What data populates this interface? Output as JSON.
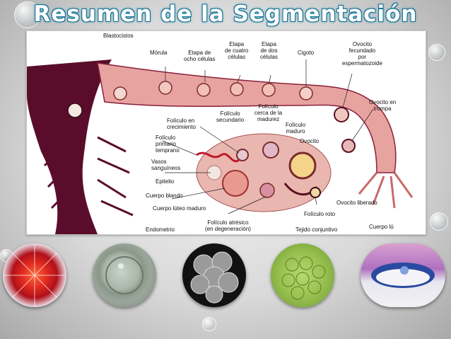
{
  "title": "Resumen de la Segmentación",
  "diagram": {
    "labels": {
      "blastocistos": "Blastocistos",
      "morula": "Mórula",
      "ocho": "Etapa de\nocho células",
      "cuatro": "Etapa\nde cuatro\ncélulas",
      "dos": "Etapa\nde dos\ncélulas",
      "cigoto": "Cigoto",
      "ovocito_fecundado": "Ovocito\nfecundado\npor\nespermatozoide",
      "ovocito_trompa": "Ovocito en\ntrompa",
      "foliculo_madurez": "Folículo\ncerca de la\nmadurez",
      "foliculo_secundario": "Folículo\nsecundario",
      "foliculo_crecimiento": "Folículo en\ncrecimiento",
      "foliculo_maduro": "Folículo\nmaduro",
      "ovocito": "Ovocito",
      "foliculo_primario": "Folículo\nprimario\ntemprano",
      "vasos": "Vasos\nsanguíneos",
      "epitelio": "Epitelio",
      "cuerpo_blando": "Cuerpo blando",
      "cuerpo_luteo": "Cuerpo lúteo maduro",
      "ovocito_liberado": "Ovocito liberado",
      "foliculo_roto": "Folículo roto",
      "endometrio": "Endometrio",
      "foliculo_atresico": "Folículo atrésico\n(en degeneración)",
      "tejido_conjuntivo": "Tejido conjuntivo",
      "cuerpo_lu": "Cuerpo lú"
    }
  },
  "thumbnails": [
    {
      "name": "fertilized-oocyte-photo"
    },
    {
      "name": "zygote-photo"
    },
    {
      "name": "morula-photo"
    },
    {
      "name": "blastula-photo"
    },
    {
      "name": "blastocyst-photo"
    }
  ],
  "colors": {
    "title_glow": "#2aa0c8",
    "uterus_dark": "#5a0d2a",
    "tube_pink": "#e7a3a0",
    "ovary_pink": "#e9b7b0"
  }
}
